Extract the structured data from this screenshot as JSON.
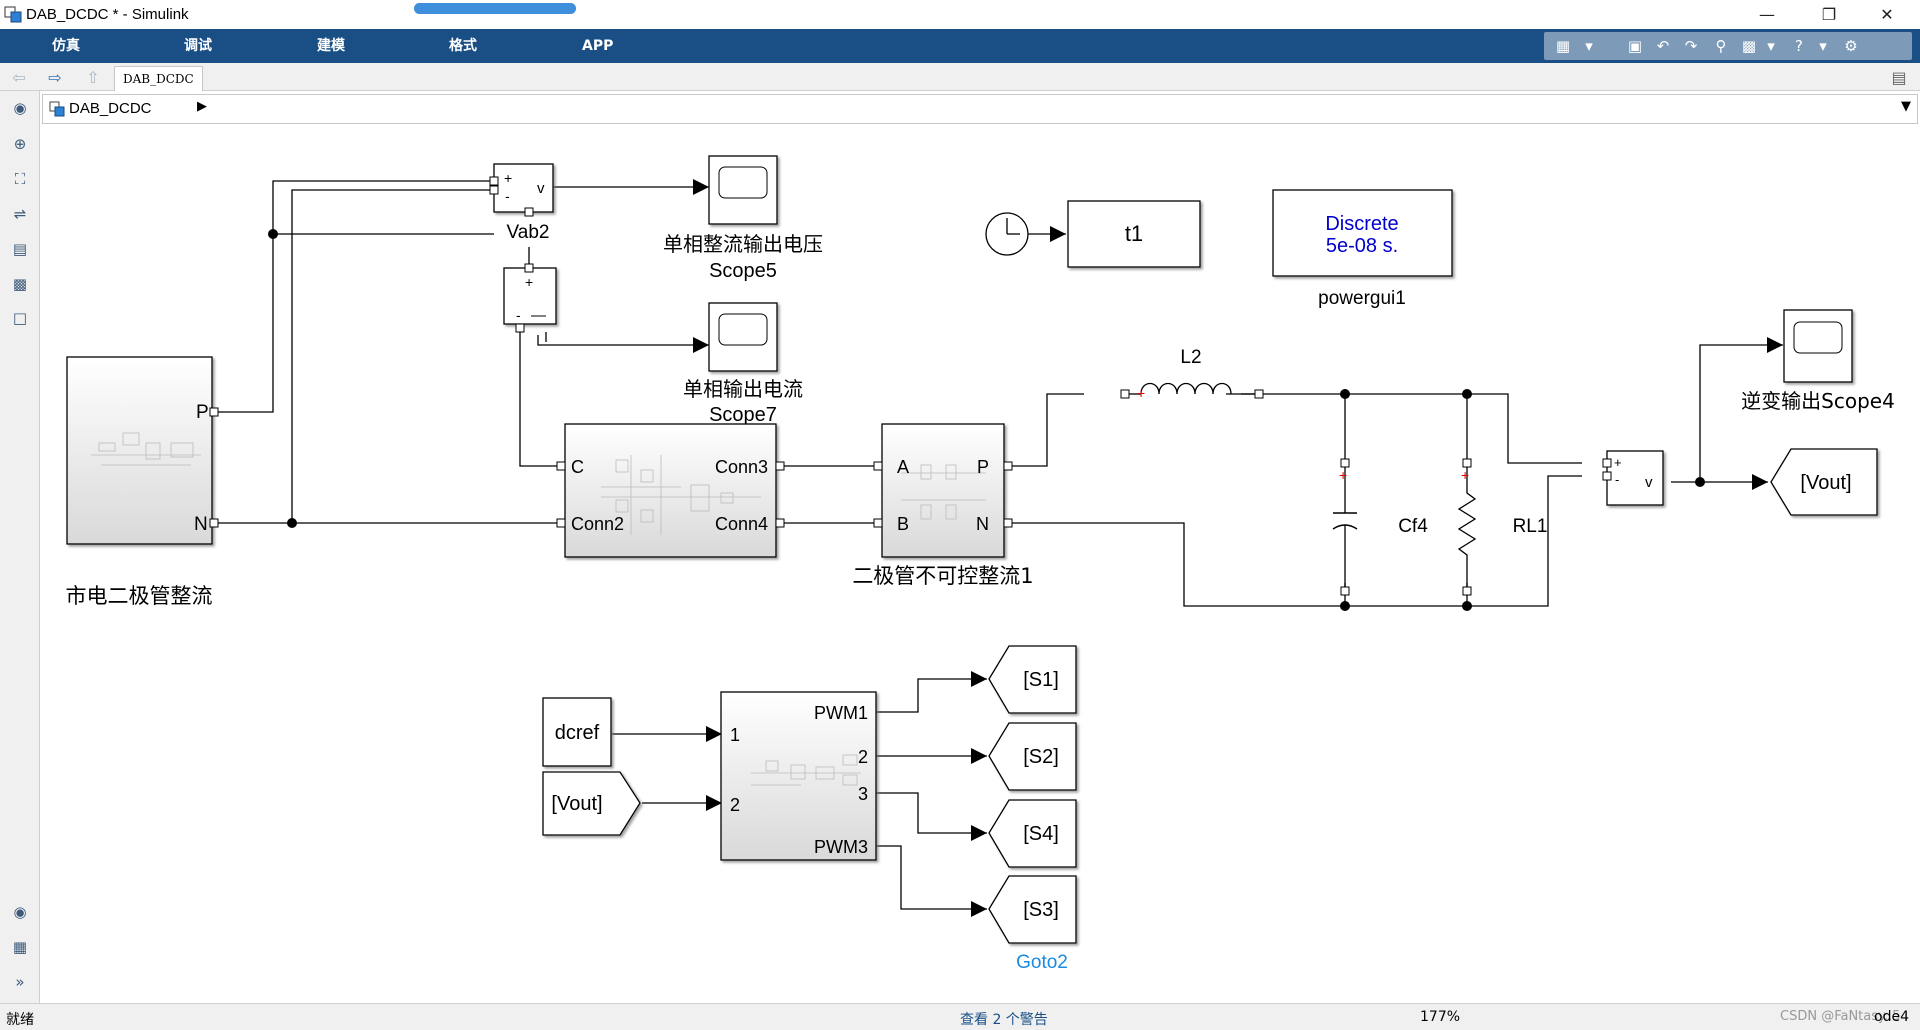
{
  "window": {
    "title": "DAB_DCDC * - Simulink",
    "build_progress_fraction": 1.0
  },
  "menu": {
    "items": [
      "仿真",
      "调试",
      "建模",
      "格式",
      "APP"
    ]
  },
  "model_tab": "DAB_DCDC",
  "breadcrumb": "DAB_DCDC",
  "blocks": {
    "vab2": {
      "name": "Vab2",
      "plus": "+",
      "minus": "-",
      "out": "v"
    },
    "scope5": {
      "caption1": "单相整流输出电压",
      "caption2": "Scope5"
    },
    "current_meas": {
      "plus": "+",
      "minus": "-"
    },
    "scope7": {
      "caption1": "单相输出电流",
      "caption2": "Scope7"
    },
    "clock_display": {
      "label": "t1"
    },
    "powergui": {
      "line1": "Discrete",
      "line2": "5e-08 s.",
      "name": "powergui1"
    },
    "rectifier": {
      "name": "市电二极管整流",
      "port_p": "P",
      "port_n": "N"
    },
    "bridge": {
      "port_c": "C",
      "port_conn3": "Conn3",
      "port_conn2": "Conn2",
      "port_conn4": "Conn4"
    },
    "uncontrolled": {
      "name": "二极管不可控整流1",
      "port_a": "A",
      "port_b": "B",
      "port_p": "P",
      "port_n": "N"
    },
    "inductor": {
      "name": "L2"
    },
    "capacitor": {
      "name": "Cf4"
    },
    "resistor": {
      "name": "RL1"
    },
    "vmeas": {
      "plus": "+",
      "minus": "-",
      "out": "v"
    },
    "scope4": {
      "caption": "逆变输出Scope4"
    },
    "goto_vout": {
      "label": "[Vout]"
    },
    "dcref": {
      "label": "dcref"
    },
    "from_vout": {
      "label": "[Vout]"
    },
    "controller": {
      "in1": "1",
      "in2": "2",
      "out1": "PWM1",
      "out2": "2",
      "out3": "3",
      "out4": "PWM3"
    },
    "goto_s1": {
      "label": "[S1]"
    },
    "goto_s2": {
      "label": "[S2]"
    },
    "goto_s4": {
      "label": "[S4]"
    },
    "goto_s3": {
      "label": "[S3]",
      "name": "Goto2"
    }
  },
  "status": {
    "left": "就绪",
    "center": "查看 2 个警告",
    "zoom": "177%",
    "solver": "ode4",
    "watermark": "CSDN @FaNtasy..5"
  },
  "colors": {
    "menubar": "#1a4f86",
    "wire": "#000000",
    "link": "#1a8be0",
    "powergui_text": "#0000cc",
    "component_marker": "#e00000"
  }
}
